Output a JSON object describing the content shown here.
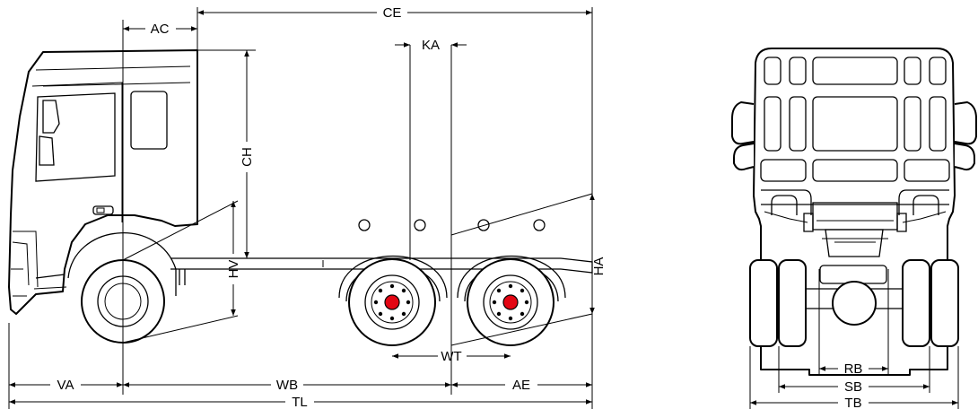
{
  "labels": {
    "ac": "AC",
    "ce": "CE",
    "ka": "KA",
    "ch": "CH",
    "hv": "HV",
    "ha": "HA",
    "wt": "WT",
    "va": "VA",
    "wb": "WB",
    "ae": "AE",
    "tl": "TL",
    "rb": "RB",
    "sb": "SB",
    "tb": "TB"
  },
  "colors": {
    "hub": "#e30613",
    "line": "#000000",
    "background": "#ffffff"
  }
}
